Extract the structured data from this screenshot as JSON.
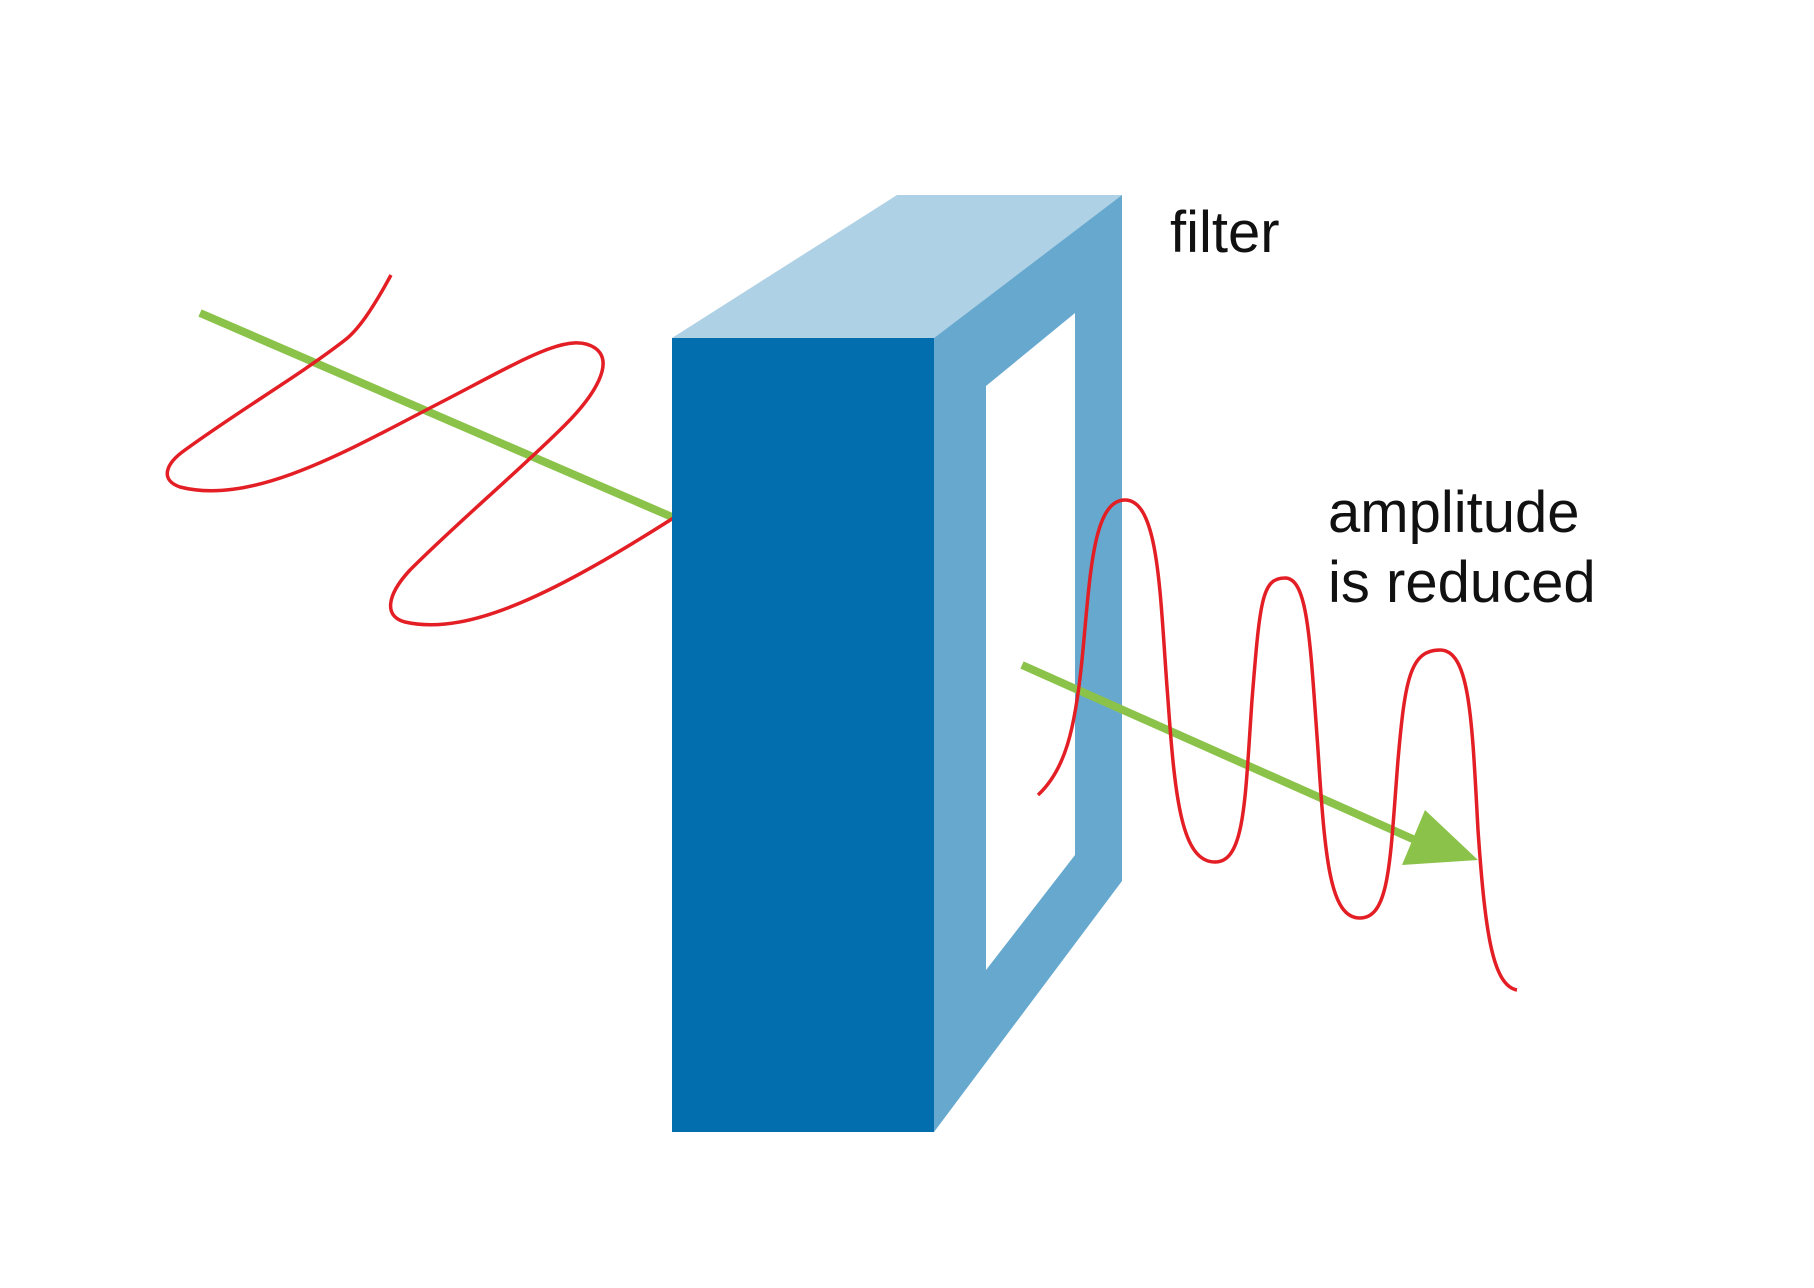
{
  "labels": {
    "filter": "filter",
    "amplitude_line1": "amplitude",
    "amplitude_line2": "is reduced"
  },
  "colors": {
    "filter_front": "#036eae",
    "filter_top": "#aed1e5",
    "filter_side": "#67a8cf",
    "ray": "#8bc34a",
    "wave": "#e31e24",
    "text": "#111111"
  }
}
